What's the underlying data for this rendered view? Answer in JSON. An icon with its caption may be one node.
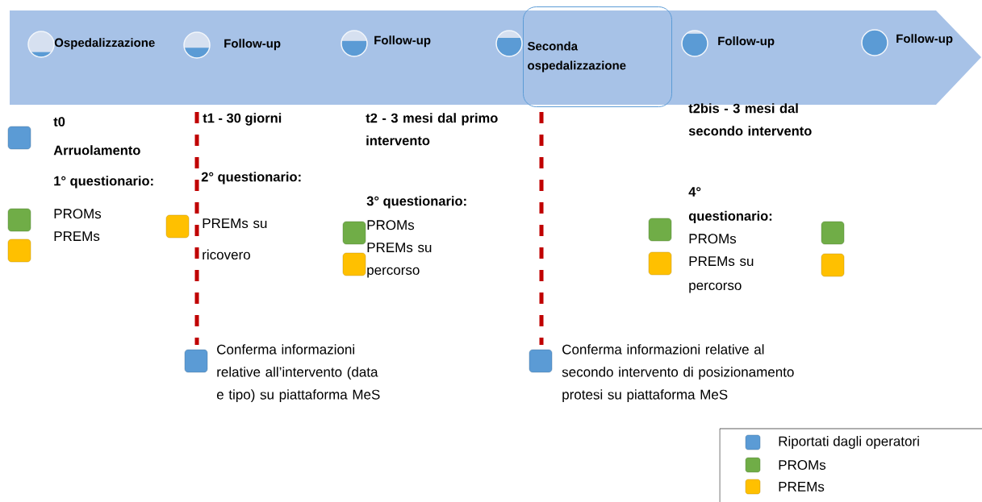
{
  "diagram": {
    "nodes": [
      {
        "text": [
          "Seconda ospedalizzazione"
        ]
      }
    ],
    "labels": [
      "Ospedalizzazione",
      "Follow-up",
      "Follow-up",
      "Follow-up",
      "Follow-up",
      "t0",
      "Arruolamento",
      "1° questionario:",
      "PROMs",
      "PREMs",
      "t1 - 30 giorni",
      "2° questionario:",
      "PREMs su ricovero",
      "t2 - 3 mesi dal primo intervento",
      "3° questionario:",
      "PROMs",
      "PREMs su percorso",
      "t2bis - 3 mesi dal secondo intervento",
      "4° questionario:",
      "PROMs",
      "PREMs su percorso",
      "Conferma informazioni relative all’intervento (data e tipo) su piattaforma MeS",
      "Conferma informazioni relative al secondo intervento di posizionamento protesi su piattaforma MeS"
    ],
    "legend": [
      {
        "text": "Riportati dagli operatori",
        "color": "#5b9bd5"
      },
      {
        "text": "PROMs",
        "color": "#70ad47"
      },
      {
        "text": "PREMs",
        "color": "#ffc000"
      }
    ]
  }
}
